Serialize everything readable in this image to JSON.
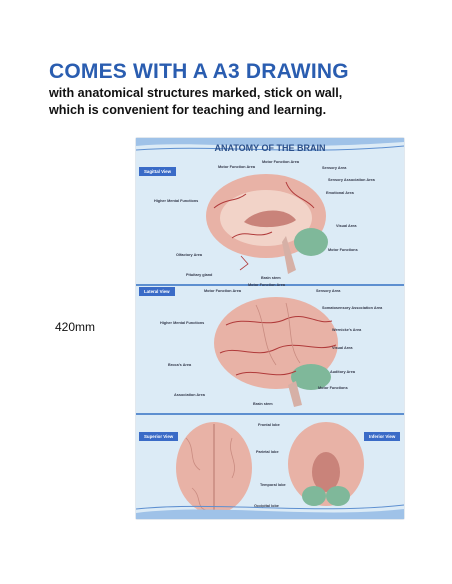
{
  "headline": "COMES WITH A A3 DRAWING",
  "subline1": "with anatomical structures marked, stick on wall,",
  "subline2": "which is convenient for teaching and learning.",
  "dimension": "420mm",
  "poster": {
    "title": "ANATOMY OF THE BRAIN",
    "sagittal": {
      "tab": "Sagittal View",
      "labels": {
        "motor": "Motor Function Area",
        "motor_top": "Motor Function Area",
        "sensory": "Sensory Area",
        "sensory_assoc": "Sensory Association Area",
        "emotional": "Emotional Area",
        "higher": "Higher Mental Functions",
        "visual": "Visual Area",
        "olfactory": "Olfactory Area",
        "motor_functions": "Motor Functions",
        "pituitary": "Pituitary gland",
        "brainstem": "Brain stem"
      }
    },
    "lateral": {
      "tab": "Lateral View",
      "labels": {
        "motor": "Motor Function Area",
        "motor_top": "Motor Function Area",
        "sensory": "Sensory Area",
        "somatosensory": "Somatosensory Association Area",
        "higher": "Higher Mental Functions",
        "wernicke": "Wernicke's Area",
        "visual": "Visual Area",
        "broca": "Broca's Area",
        "auditory": "Auditory Area",
        "association": "Association Area",
        "motor_functions": "Motor Functions",
        "brainstem": "Brain stem"
      }
    },
    "superior": {
      "tab": "Superior View",
      "labels": {
        "frontal": "Frontal lobe",
        "parietal": "Parietal lobe",
        "temporal": "Temporal lobe",
        "occipital": "Occipital lobe"
      }
    },
    "inferior": {
      "tab": "Inferior View"
    }
  }
}
